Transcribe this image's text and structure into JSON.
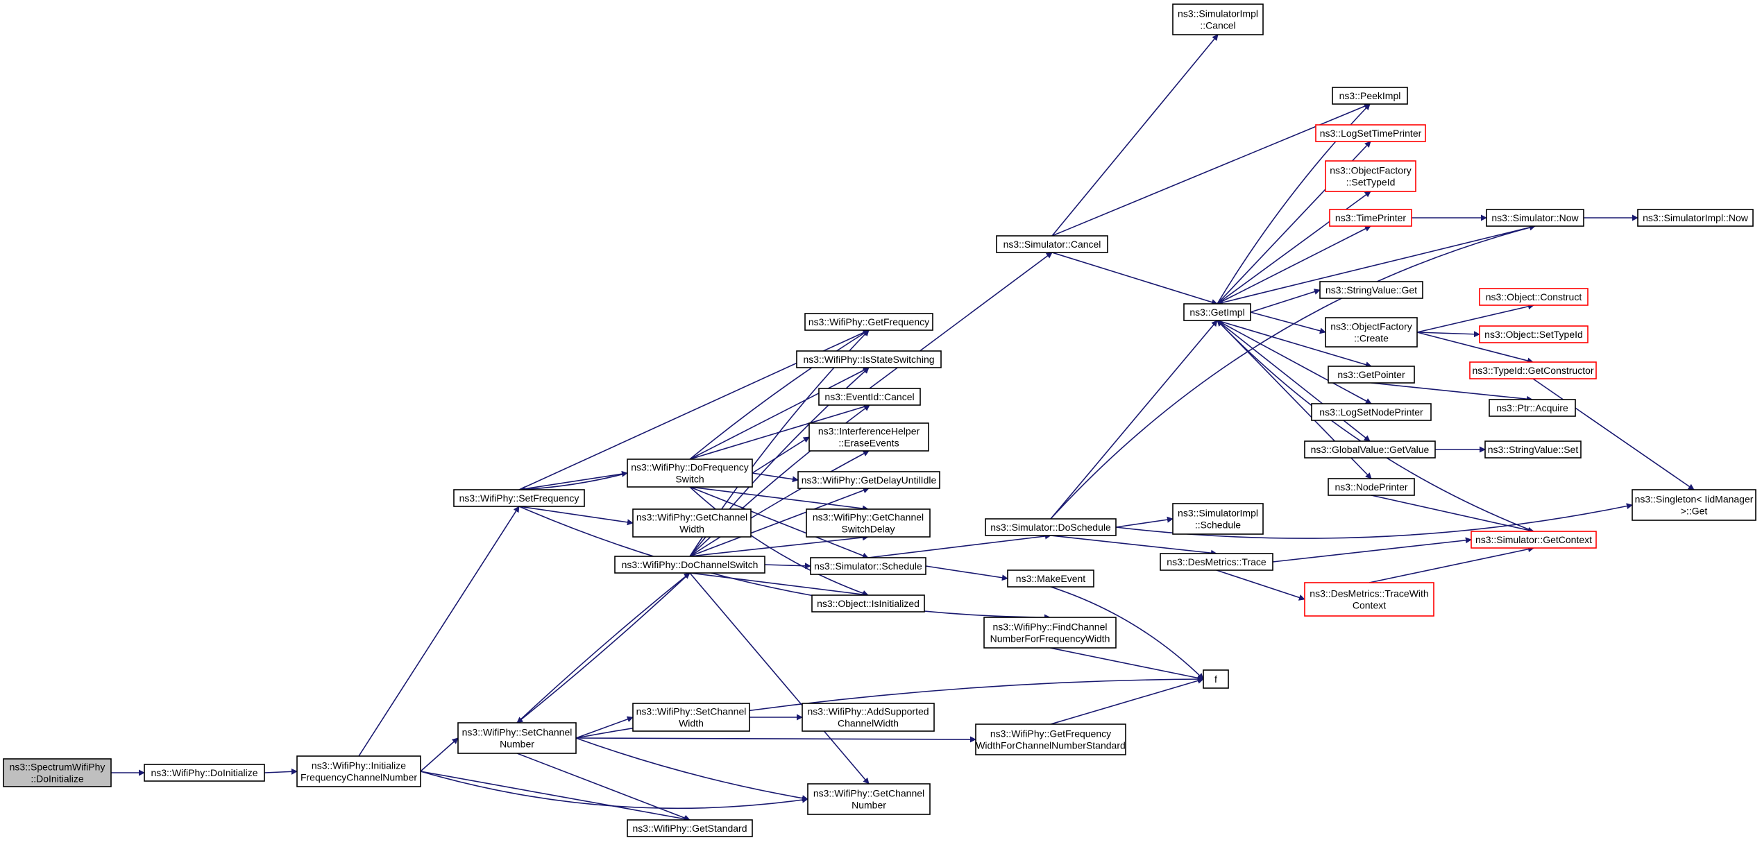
{
  "colors": {
    "edge": "#191970",
    "highlight": "#ff0000",
    "root_fill": "#bfbfbf",
    "border": "#000000"
  },
  "nodes": {
    "n01": [
      "ns3::SpectrumWifiPhy",
      "::DoInitialize"
    ],
    "n02": [
      "ns3::WifiPhy::DoInitialize"
    ],
    "n03": [
      "ns3::WifiPhy::Initialize",
      "FrequencyChannelNumber"
    ],
    "n04": [
      "ns3::WifiPhy::SetFrequency"
    ],
    "n05": [
      "ns3::WifiPhy::SetChannel",
      "Number"
    ],
    "n06": [
      "ns3::WifiPhy::GetStandard"
    ],
    "n07": [
      "ns3::WifiPhy::GetChannel",
      "Number"
    ],
    "n08": [
      "ns3::WifiPhy::DoFrequency",
      "Switch"
    ],
    "n09": [
      "ns3::WifiPhy::GetChannel",
      "Width"
    ],
    "n10": [
      "ns3::WifiPhy::DoChannelSwitch"
    ],
    "n11": [
      "ns3::WifiPhy::SetChannel",
      "Width"
    ],
    "n12": [
      "ns3::WifiPhy::GetFrequency"
    ],
    "n13": [
      "ns3::WifiPhy::IsStateSwitching"
    ],
    "n14": [
      "ns3::EventId::Cancel"
    ],
    "n15": [
      "ns3::InterferenceHelper",
      "::EraseEvents"
    ],
    "n16": [
      "ns3::WifiPhy::GetDelayUntilIdle"
    ],
    "n17": [
      "ns3::WifiPhy::GetChannel",
      "SwitchDelay"
    ],
    "n18": [
      "ns3::Simulator::Schedule"
    ],
    "n19": [
      "ns3::Object::IsInitialized"
    ],
    "n20": [
      "ns3::WifiPhy::AddSupported",
      "ChannelWidth"
    ],
    "n21": [
      "ns3::WifiPhy::FindChannel",
      "NumberForFrequencyWidth"
    ],
    "n22": [
      "ns3::WifiPhy::GetFrequency",
      "WidthForChannelNumberStandard"
    ],
    "n23": [
      "ns3::Simulator::Cancel"
    ],
    "n24": [
      "ns3::Simulator::DoSchedule"
    ],
    "n25": [
      "ns3::MakeEvent"
    ],
    "n26": [
      "ns3::SimulatorImpl",
      "::Cancel"
    ],
    "n27": [
      "ns3::GetImpl"
    ],
    "n28": [
      "ns3::SimulatorImpl",
      "::Schedule"
    ],
    "n29": [
      "ns3::DesMetrics::Trace"
    ],
    "n30": [
      "f"
    ],
    "n31": [
      "ns3::DesMetrics::TraceWith",
      "Context"
    ],
    "n32": [
      "ns3::PeekImpl"
    ],
    "n33": [
      "ns3::LogSetTimePrinter"
    ],
    "n34": [
      "ns3::ObjectFactory",
      "::SetTypeId"
    ],
    "n35": [
      "ns3::TimePrinter"
    ],
    "n36": [
      "ns3::Simulator::Now"
    ],
    "n37": [
      "ns3::SimulatorImpl::Now"
    ],
    "n38": [
      "ns3::StringValue::Get"
    ],
    "n39": [
      "ns3::ObjectFactory",
      "::Create"
    ],
    "n40": [
      "ns3::GetPointer"
    ],
    "n41": [
      "ns3::LogSetNodePrinter"
    ],
    "n42": [
      "ns3::GlobalValue::GetValue"
    ],
    "n43": [
      "ns3::NodePrinter"
    ],
    "n44": [
      "ns3::Simulator::GetContext"
    ],
    "n45": [
      "ns3::Object::Construct"
    ],
    "n46": [
      "ns3::Object::SetTypeId"
    ],
    "n47": [
      "ns3::TypeId::GetConstructor"
    ],
    "n48": [
      "ns3::Ptr::Acquire"
    ],
    "n49": [
      "ns3::StringValue::Set"
    ],
    "n50": [
      "ns3::Singleton< IidManager",
      ">::Get"
    ]
  }
}
